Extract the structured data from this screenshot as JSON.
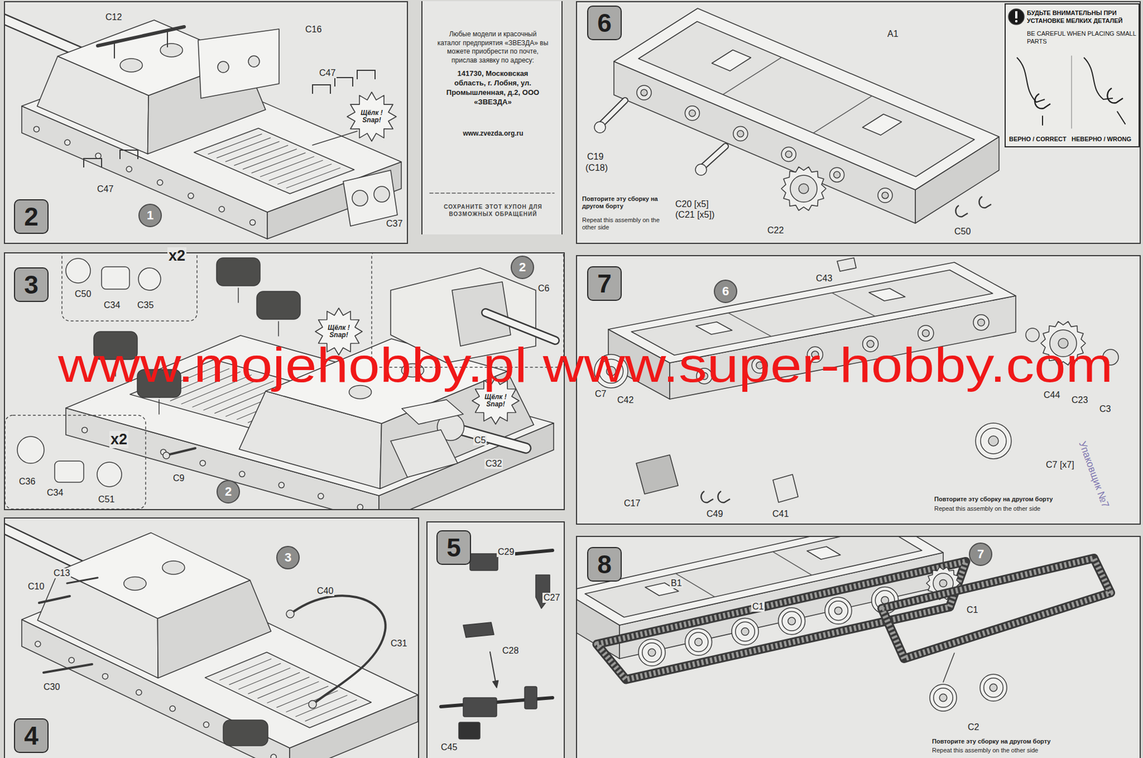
{
  "diagram": {
    "nodes": [
      {
        "text": [
          "2"
        ]
      },
      {
        "text": [
          "1"
        ],
        "in": 0
      },
      {
        "text": [
          "Любые модели и красочный каталог предприятия «ЗВЕЗДА» вы можете приобрести по почте, прислав заявку по адресу:",
          "141730, Московская область, г. Лобня, ул. Промышленная, д.2, ООО «ЗВЕЗДА»",
          "www.zvezda.org.ru",
          "СОХРАНИТЕ ЭТОТ КУПОН ДЛЯ ВОЗМОЖНЫХ ОБРАЩЕНИЙ"
        ]
      },
      {
        "text": [
          "6"
        ]
      },
      {
        "text": [
          "БУДЬТЕ ВНИМАТЕЛЬНЫ ПРИ УСТАНОВКЕ МЕЛКИХ ДЕТАЛЕЙ",
          "BE CAREFUL WHEN PLACING SMALL PARTS",
          "ВЕРНО / CORRECT",
          "НЕВЕРНО / WRONG"
        ],
        "in": 3
      },
      {
        "text": [
          "3"
        ]
      },
      {
        "text": [
          "2"
        ],
        "in": 5
      },
      {
        "text": [
          "2"
        ],
        "in": 5
      },
      {
        "text": [
          "7"
        ]
      },
      {
        "text": [
          "6"
        ],
        "in": 8
      },
      {
        "text": [
          "4"
        ]
      },
      {
        "text": [
          "3"
        ],
        "in": 10
      },
      {
        "text": [
          "5"
        ]
      },
      {
        "text": [
          "8"
        ]
      },
      {
        "text": [
          "7"
        ],
        "in": 13
      }
    ],
    "labels": [
      "C12",
      "C16",
      "C47",
      "C47",
      "C37",
      "Щёлк ! Snap!",
      "A1",
      "C19",
      "(C18)",
      "C20 [x5]",
      "(C21 [x5])",
      "C22",
      "C50",
      "Повторите эту сборку на другом борту",
      "Repeat this assembly on the other side",
      "x2",
      "C50",
      "C34",
      "C35",
      "C6",
      "Щёлк ! Snap!",
      "Щёлк ! Snap!",
      "C5",
      "C32",
      "C9",
      "x2",
      "C36",
      "C34",
      "C51",
      "C43",
      "C7",
      "C42",
      "C44",
      "C23",
      "C3",
      "C7 [x7]",
      "C17",
      "C49",
      "C41",
      "Повторите эту сборку на другом борту",
      "Repeat this assembly on the other side",
      "Упаковщик №7",
      "C13",
      "C10",
      "C40",
      "C31",
      "C30",
      "C29",
      "C27",
      "C28",
      "C45",
      "B1",
      "C1",
      "C1",
      "C2",
      "Повторите эту сборку на другом борту",
      "Repeat this assembly on the other side",
      "www.mojehobby.pl www.super-hobby.com"
    ]
  }
}
